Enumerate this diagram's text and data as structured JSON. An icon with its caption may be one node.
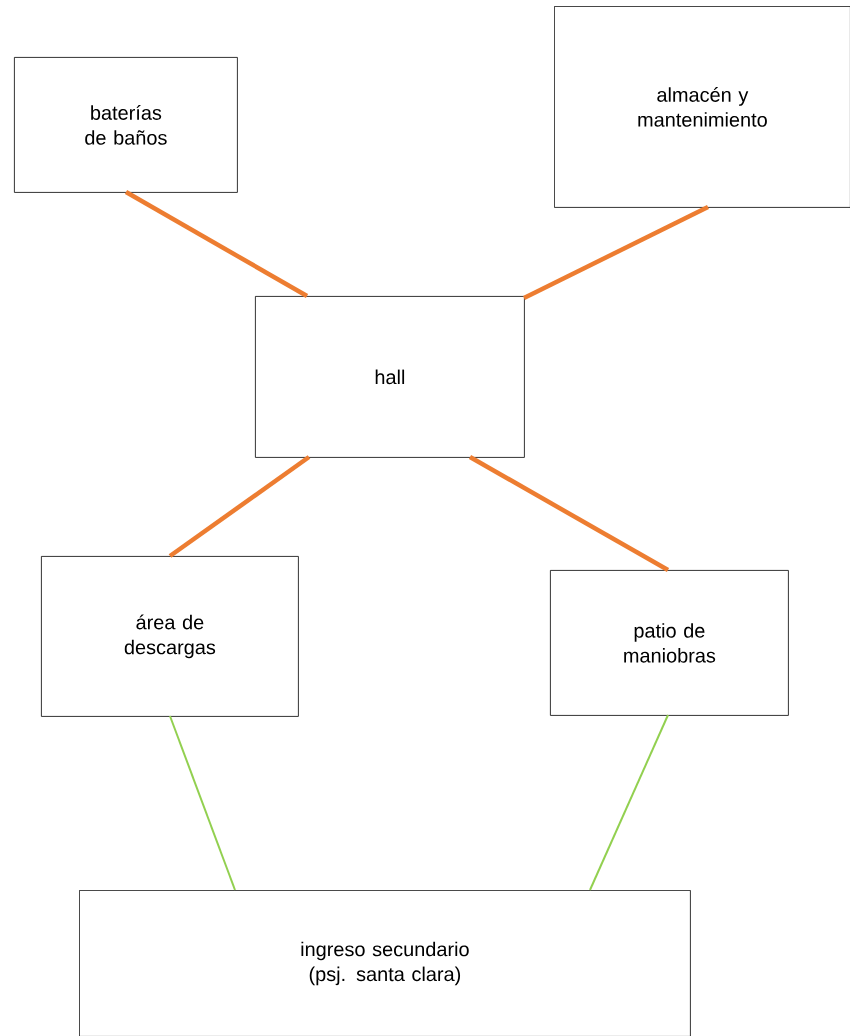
{
  "diagram": {
    "nodes": [
      {
        "text": [
          "baterías de baños"
        ]
      },
      {
        "text": [
          "almacén y mantenimiento"
        ]
      },
      {
        "text": [
          "hall"
        ]
      },
      {
        "text": [
          "área de descargas"
        ]
      },
      {
        "text": [
          "patio de maniobras"
        ]
      },
      {
        "text": [
          "ingreso secundario (psj. santa clara)"
        ]
      }
    ],
    "edges": [
      {
        "from": 0,
        "to": 2,
        "arrow": "none"
      },
      {
        "from": 1,
        "to": 2,
        "arrow": "none"
      },
      {
        "from": 2,
        "to": 3,
        "arrow": "none"
      },
      {
        "from": 2,
        "to": 4,
        "arrow": "none"
      },
      {
        "from": 3,
        "to": 5,
        "arrow": "none",
        "color": "#92d050"
      },
      {
        "from": 4,
        "to": 5,
        "arrow": "none",
        "color": "#92d050"
      }
    ]
  }
}
